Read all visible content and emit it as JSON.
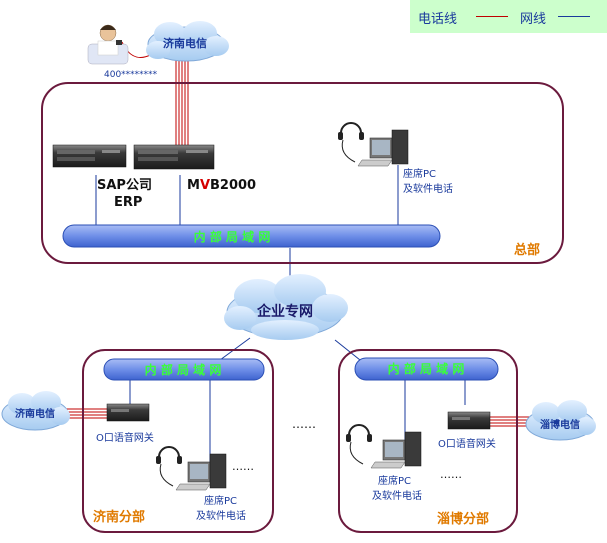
{
  "legend": {
    "phone_line": "电话线",
    "network_line": "网线"
  },
  "clouds": {
    "jinan_telecom_top": "济南电信",
    "enterprise_net": "企业专网",
    "jinan_telecom_left": "济南电信",
    "zibo_telecom_right": "淄博电信"
  },
  "caller_number": "400********",
  "hq": {
    "name": "总部",
    "server1_label_line1": "SAP公司",
    "server1_label_line2": "ERP",
    "server2_label": "MVB2000",
    "seat_line1": "座席PC",
    "seat_line2": "及软件电话",
    "lan": "内 部 局 域 网"
  },
  "jinan_branch": {
    "name": "济南分部",
    "lan": "内 部 局 域 网",
    "gateway": "O口语音网关",
    "seat_line1": "座席PC",
    "seat_line2": "及软件电话",
    "dots": "……"
  },
  "zibo_branch": {
    "name": "淄博分部",
    "lan": "内 部 局 域 网",
    "gateway": "O口语音网关",
    "seat_line1": "座席PC",
    "seat_line2": "及软件电话",
    "dots": "……"
  },
  "between_branches_dots": "……",
  "colors": {
    "phone_line": "#c00000",
    "network_line": "#1a3a9c",
    "cloud": "#bcd8f5",
    "frame": "#6b1a3d",
    "lan_fill": "#6f8fe8",
    "lan_text": "#39ff39",
    "branch_name": "#e07a00"
  }
}
